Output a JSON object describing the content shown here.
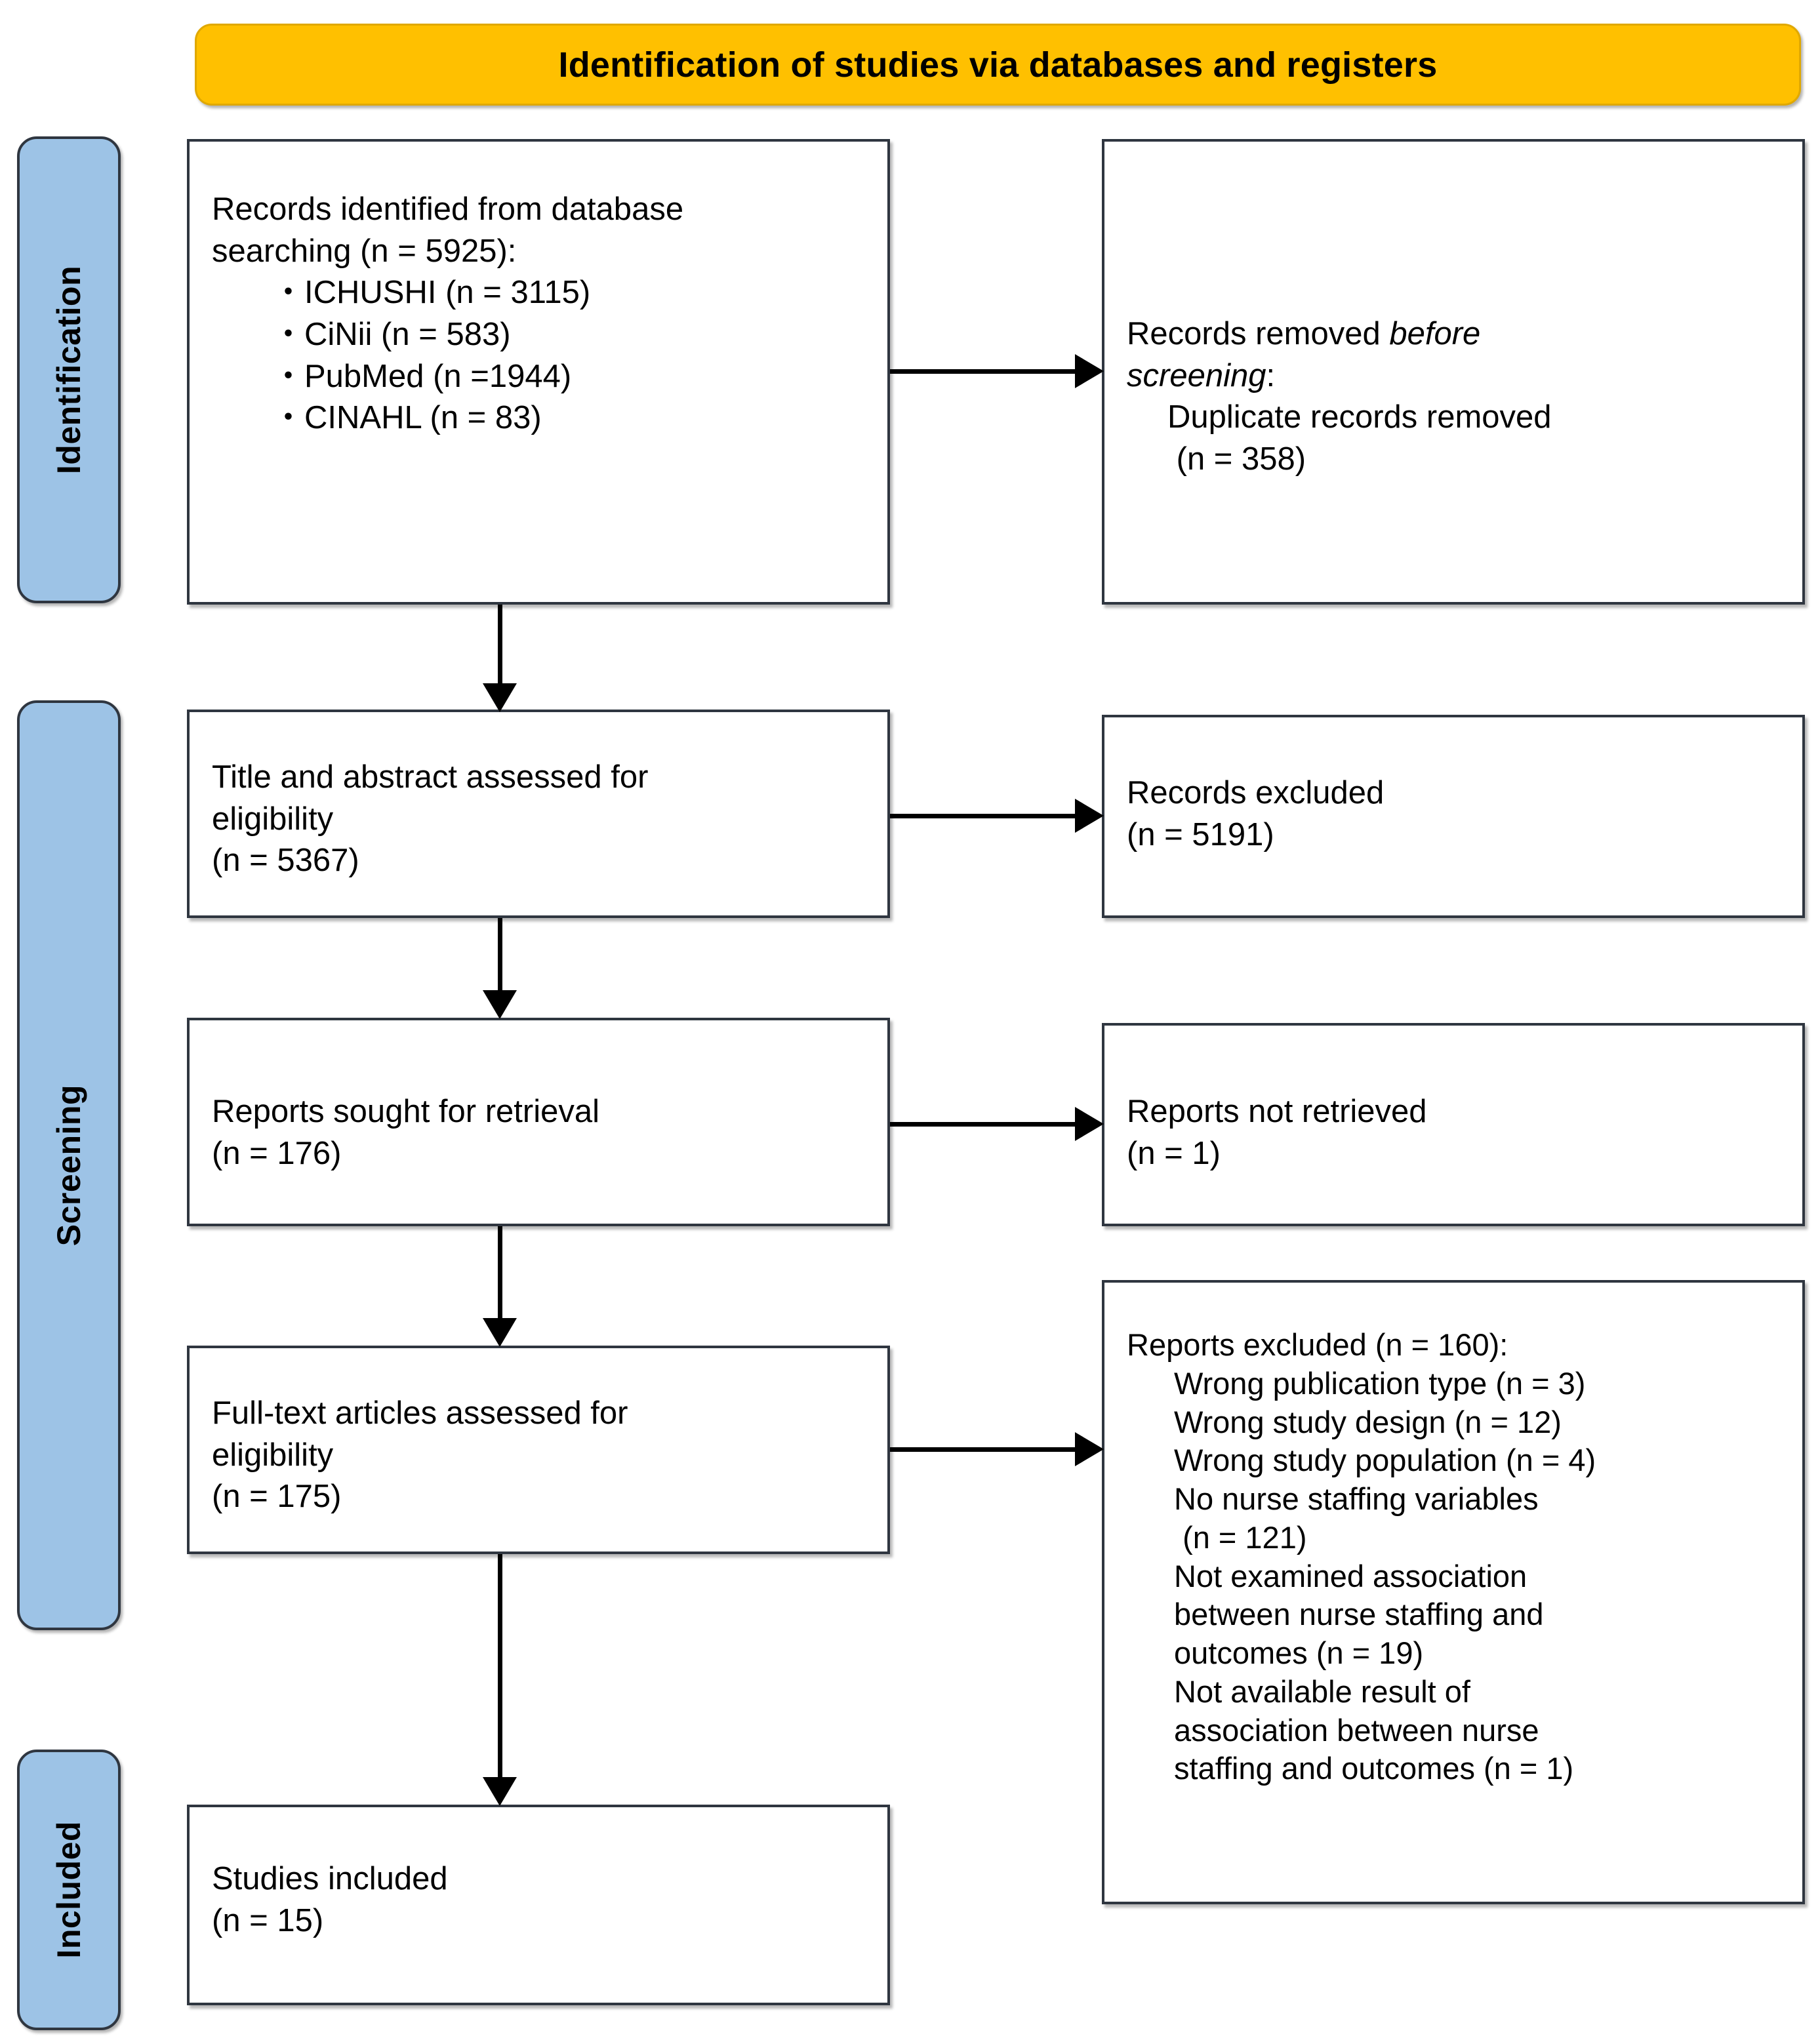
{
  "header": {
    "title": "Identification of studies via databases and registers"
  },
  "colors": {
    "header_fill": "#FFC000",
    "stage_fill": "#9DC3E6",
    "box_border": "#2F3640",
    "box_fill": "#FFFFFF",
    "arrow": "#000000"
  },
  "stages": [
    {
      "label": "Identification"
    },
    {
      "label": "Screening"
    },
    {
      "label": "Included"
    }
  ],
  "boxes": {
    "identified": {
      "title": "Records identified from database\nsearching (n = 5925):",
      "sources": [
        "・ICHUSHI (n = 3115)",
        "・CiNii (n = 583)",
        "・PubMed (n =1944)",
        "・CINAHL (n = 83)"
      ]
    },
    "removed": {
      "line1_plain": "Records removed ",
      "line1_italic": "before",
      "line2_italic": "screening",
      "line2_colon": ":",
      "detail": "Duplicate records removed\n (n = 358)"
    },
    "title_abstract": {
      "text": "Title and abstract assessed for\neligibility\n(n = 5367)"
    },
    "records_excluded": {
      "text": "Records excluded\n(n = 5191)"
    },
    "reports_sought": {
      "text": "Reports sought for retrieval\n(n = 176)"
    },
    "reports_not_retrieved": {
      "text": "Reports not retrieved\n(n = 1)"
    },
    "fulltext": {
      "text": "Full-text articles assessed for\neligibility\n(n = 175)"
    },
    "reports_excluded": {
      "title": "Reports excluded (n = 160):",
      "reasons": [
        "Wrong publication type (n = 3)",
        "Wrong study design (n = 12)",
        "Wrong study population (n = 4)",
        "No nurse staffing variables\n (n = 121)",
        "Not examined association\nbetween nurse staffing and\noutcomes (n = 19)",
        "Not available result of\nassociation between nurse\nstaffing and outcomes (n = 1)"
      ]
    },
    "studies_included": {
      "text": "Studies included\n(n = 15)"
    }
  },
  "chart_data": {
    "type": "diagram",
    "title": "Identification of studies via databases and registers",
    "nodes": [
      {
        "id": "identified",
        "stage": "Identification",
        "label": "Records identified from database searching",
        "n": 5925
      },
      {
        "id": "ichushi",
        "stage": "Identification",
        "label": "ICHUSHI",
        "n": 3115
      },
      {
        "id": "cinii",
        "stage": "Identification",
        "label": "CiNii",
        "n": 583
      },
      {
        "id": "pubmed",
        "stage": "Identification",
        "label": "PubMed",
        "n": 1944
      },
      {
        "id": "cinahl",
        "stage": "Identification",
        "label": "CINAHL",
        "n": 83
      },
      {
        "id": "duplicates_removed",
        "stage": "Identification",
        "label": "Duplicate records removed",
        "n": 358
      },
      {
        "id": "title_abstract",
        "stage": "Screening",
        "label": "Title and abstract assessed for eligibility",
        "n": 5367
      },
      {
        "id": "records_excluded",
        "stage": "Screening",
        "label": "Records excluded",
        "n": 5191
      },
      {
        "id": "reports_sought",
        "stage": "Screening",
        "label": "Reports sought for retrieval",
        "n": 176
      },
      {
        "id": "reports_not_retrieved",
        "stage": "Screening",
        "label": "Reports not retrieved",
        "n": 1
      },
      {
        "id": "fulltext",
        "stage": "Screening",
        "label": "Full-text articles assessed for eligibility",
        "n": 175
      },
      {
        "id": "reports_excluded",
        "stage": "Screening",
        "label": "Reports excluded",
        "n": 160
      },
      {
        "id": "wrong_pub_type",
        "stage": "Screening",
        "label": "Wrong publication type",
        "n": 3
      },
      {
        "id": "wrong_study_design",
        "stage": "Screening",
        "label": "Wrong study design",
        "n": 12
      },
      {
        "id": "wrong_study_pop",
        "stage": "Screening",
        "label": "Wrong study population",
        "n": 4
      },
      {
        "id": "no_staffing_vars",
        "stage": "Screening",
        "label": "No nurse staffing variables",
        "n": 121
      },
      {
        "id": "not_examined_assoc",
        "stage": "Screening",
        "label": "Not examined association between nurse staffing and outcomes",
        "n": 19
      },
      {
        "id": "not_available_result",
        "stage": "Screening",
        "label": "Not available result of association between nurse staffing and outcomes",
        "n": 1
      },
      {
        "id": "studies_included",
        "stage": "Included",
        "label": "Studies included",
        "n": 15
      }
    ],
    "edges": [
      {
        "from": "identified",
        "to": "duplicates_removed",
        "direction": "right"
      },
      {
        "from": "identified",
        "to": "title_abstract",
        "direction": "down"
      },
      {
        "from": "title_abstract",
        "to": "records_excluded",
        "direction": "right"
      },
      {
        "from": "title_abstract",
        "to": "reports_sought",
        "direction": "down"
      },
      {
        "from": "reports_sought",
        "to": "reports_not_retrieved",
        "direction": "right"
      },
      {
        "from": "reports_sought",
        "to": "fulltext",
        "direction": "down"
      },
      {
        "from": "fulltext",
        "to": "reports_excluded",
        "direction": "right"
      },
      {
        "from": "fulltext",
        "to": "studies_included",
        "direction": "down"
      }
    ]
  }
}
